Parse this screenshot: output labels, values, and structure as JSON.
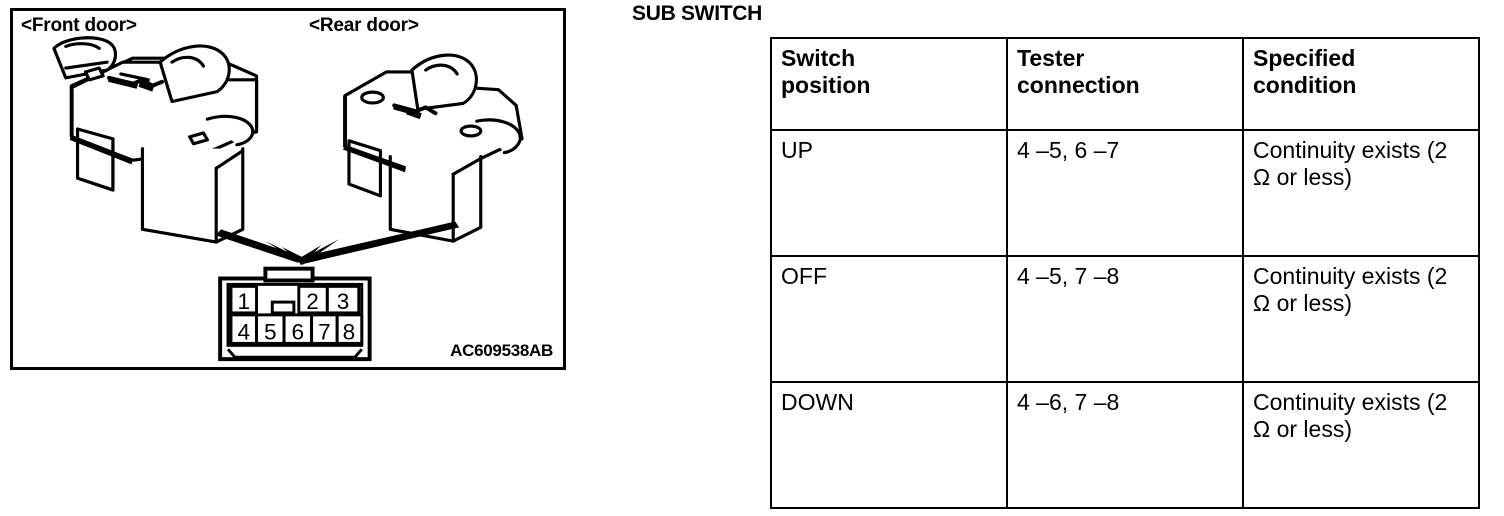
{
  "illustration": {
    "labels": {
      "front_door": "<Front door>",
      "rear_door": "<Rear door>"
    },
    "part_code": "AC609538AB",
    "connector": {
      "top_row_pins": [
        "1",
        "",
        "2",
        "3"
      ],
      "bottom_row_pins": [
        "4",
        "5",
        "6",
        "7",
        "8"
      ],
      "pin_numbers": [
        "1",
        "2",
        "3",
        "4",
        "5",
        "6",
        "7",
        "8"
      ]
    }
  },
  "table": {
    "heading": "SUB SWITCH",
    "headers": [
      "Switch position",
      "Tester connection",
      "Specified condition"
    ],
    "headers_lines": [
      [
        "Switch",
        "position"
      ],
      [
        "Tester",
        "connection"
      ],
      [
        "Specified",
        "condition"
      ]
    ],
    "rows": [
      {
        "switch_position": "UP",
        "tester_connection": "4 –5, 6 –7",
        "specified_condition": "Continuity exists (2 Ω or less)"
      },
      {
        "switch_position": "OFF",
        "tester_connection": "4 –5, 7 –8",
        "specified_condition": "Continuity exists (2 Ω or less)"
      },
      {
        "switch_position": "DOWN",
        "tester_connection": "4 –6, 7 –8",
        "specified_condition": "Continuity exists (2 Ω or less)"
      }
    ]
  },
  "colors": {
    "ink": "#000000",
    "paper": "#ffffff"
  }
}
